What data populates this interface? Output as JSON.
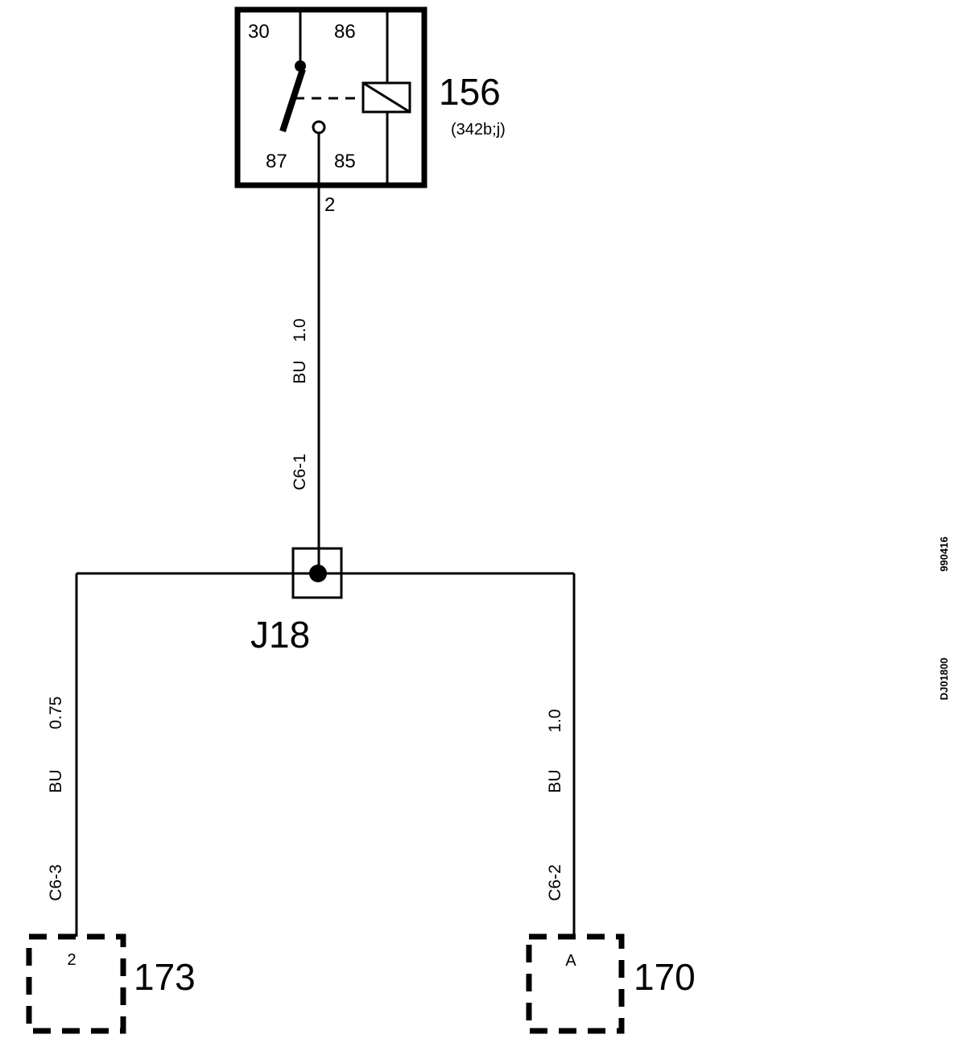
{
  "relay": {
    "id": "156",
    "ref": "(342b;j)",
    "terminal_30": "30",
    "terminal_86": "86",
    "terminal_87": "87",
    "terminal_85": "85",
    "output_pin": "2"
  },
  "wire_top": {
    "size": "1.0",
    "color": "BU",
    "circuit": "C6-1"
  },
  "junction": {
    "id": "J18"
  },
  "wire_left": {
    "size": "0.75",
    "color": "BU",
    "circuit": "C6-3"
  },
  "wire_right": {
    "size": "1.0",
    "color": "BU",
    "circuit": "C6-2"
  },
  "connector_left": {
    "id": "173",
    "pin": "2"
  },
  "connector_right": {
    "id": "170",
    "pin": "A"
  },
  "margin_codes": {
    "date": "990416",
    "drawing": "DJ01800"
  }
}
